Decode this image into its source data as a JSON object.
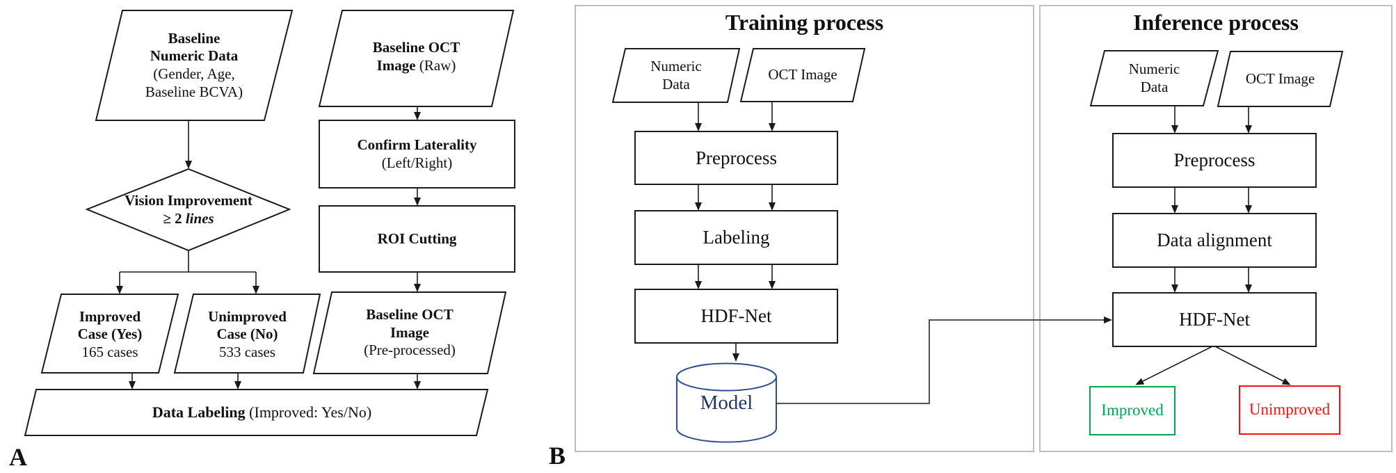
{
  "panelA": {
    "label": "A",
    "baselineNumeric": {
      "title": "Baseline\nNumeric Data",
      "sub": "(Gender, Age,\nBaseline BCVA)"
    },
    "decision": {
      "line1": "Vision Improvement",
      "line2Prefix": "≥ 2 ",
      "line2Italic": "lines"
    },
    "improved": {
      "title": "Improved\nCase (Yes)",
      "sub": "165 cases"
    },
    "unimproved": {
      "title": "Unimproved\nCase (No)",
      "sub": "533 cases"
    },
    "dataLabeling": {
      "bold": "Data Labeling",
      "rest": " (Improved: Yes/No)"
    },
    "octRaw": {
      "line1": "Baseline OCT",
      "line2Bold": "Image",
      "line2Rest": " (Raw)"
    },
    "confirmLaterality": {
      "title": "Confirm Laterality",
      "sub": "(Left/Right)"
    },
    "roiCutting": {
      "title": "ROI Cutting"
    },
    "octPre": {
      "title": "Baseline OCT\nImage",
      "sub": "(Pre-processed)"
    }
  },
  "panelB": {
    "label": "B",
    "training": {
      "title": "Training process",
      "numericData": "Numeric\nData",
      "octImage": "OCT Image",
      "preprocess": "Preprocess",
      "labeling": "Labeling",
      "hdfNet": "HDF-Net",
      "model": "Model"
    },
    "inference": {
      "title": "Inference process",
      "numericData": "Numeric\nData",
      "octImage": "OCT Image",
      "preprocess": "Preprocess",
      "dataAlignment": "Data alignment",
      "hdfNet": "HDF-Net",
      "improved": "Improved",
      "unimproved": "Unimproved"
    }
  },
  "colors": {
    "improvedGreen": "#00A651",
    "unimprovedRed": "#FB0D0D",
    "modelBlue": "#2E4D8F",
    "modelTextBlue": "#1E3566",
    "panelBorderGray": "#BDBDBD",
    "lineBlack": "#1A1A1A"
  }
}
